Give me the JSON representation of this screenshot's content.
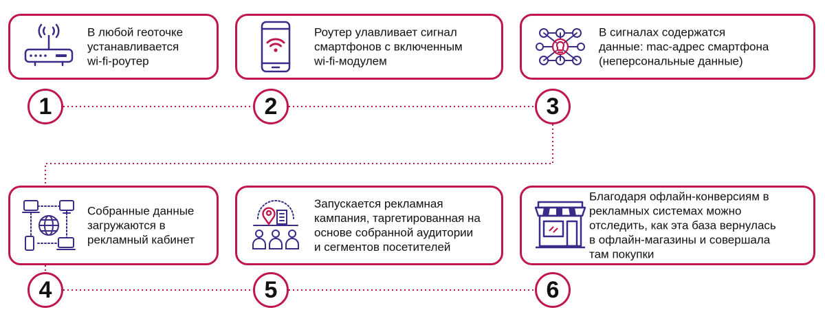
{
  "steps": [
    {
      "number": "1",
      "icon": "wifi-router-icon",
      "text": "В любой геоточке\nустанавливается\nwi-fi-роутер"
    },
    {
      "number": "2",
      "icon": "smartphone-wifi-icon",
      "text": "Роутер улавливает сигнал\nсмартфонов с включенным\nwi-fi-модулем"
    },
    {
      "number": "3",
      "icon": "data-network-icon",
      "text": "В сигналах содержатся\nданные: mac-адрес смартфона\n(неперсональные данные)"
    },
    {
      "number": "4",
      "icon": "global-devices-icon",
      "text": "Собранные данные\nзагружаются в\nрекламный кабинет"
    },
    {
      "number": "5",
      "icon": "audience-targeting-icon",
      "text": "Запускается рекламная\nкампания, таргетированная на\nоснове собранной аудитории\nи сегментов посетителей"
    },
    {
      "number": "6",
      "icon": "storefront-icon",
      "text": "Благодаря офлайн-конверсиям в\nрекламных системах можно\nотследить, как эта база вернулась\nв офлайн-магазины и совершала\nтам покупки"
    }
  ],
  "colors": {
    "accent": "#c0164e",
    "icon": "#3b2a87",
    "text": "#111111"
  }
}
